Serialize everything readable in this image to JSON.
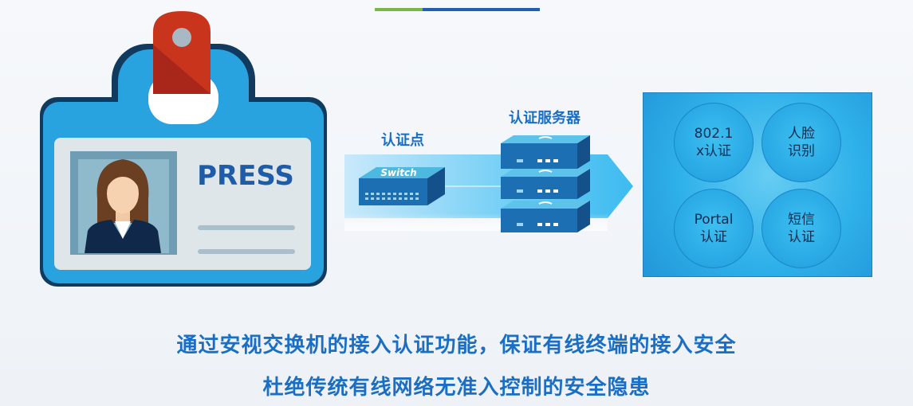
{
  "id_card": {
    "badge_text": "PRESS"
  },
  "labels": {
    "auth_point": "认证点",
    "auth_server": "认证服务器"
  },
  "switch": {
    "brand": "Switch"
  },
  "methods": [
    {
      "line1": "802.1",
      "line2": "x认证"
    },
    {
      "line1": "人脸",
      "line2": "识别"
    },
    {
      "line1": "Portal",
      "line2": "认证"
    },
    {
      "line1": "短信",
      "line2": "认证"
    }
  ],
  "captions": [
    "通过安视交换机的接入认证功能，保证有线终端的接入安全",
    "杜绝传统有线网络无准入控制的安全隐患"
  ],
  "colors": {
    "accent_blue": "#1a6fc4",
    "card_blue": "#29a3e0",
    "dark_navy": "#123a5f",
    "tag_red": "#c8341c",
    "green_bar": "#7ab648"
  }
}
